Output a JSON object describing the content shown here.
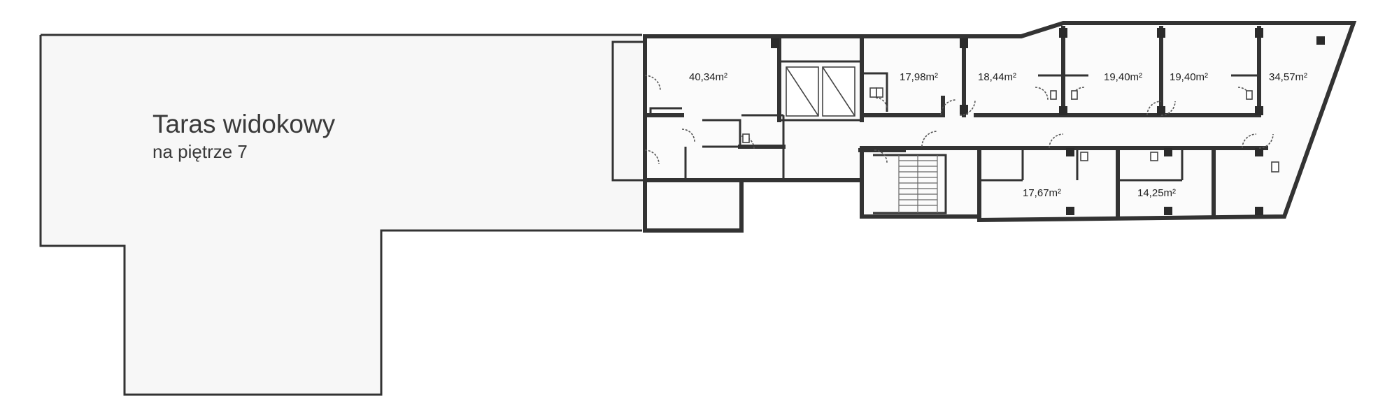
{
  "terrace": {
    "title": "Taras widokowy",
    "subtitle": "na piętrze 7"
  },
  "rooms": [
    {
      "id": "room-a",
      "area": "40,34m²"
    },
    {
      "id": "room-b",
      "area": "17,98m²"
    },
    {
      "id": "room-c",
      "area": "18,44m²"
    },
    {
      "id": "room-d",
      "area": "19,40m²"
    },
    {
      "id": "room-e",
      "area": "19,40m²"
    },
    {
      "id": "room-f",
      "area": "34,57m²"
    },
    {
      "id": "room-g",
      "area": "17,67m²"
    },
    {
      "id": "room-h",
      "area": "14,25m²"
    }
  ],
  "colors": {
    "wall": "#333333",
    "background": "#ffffff"
  }
}
